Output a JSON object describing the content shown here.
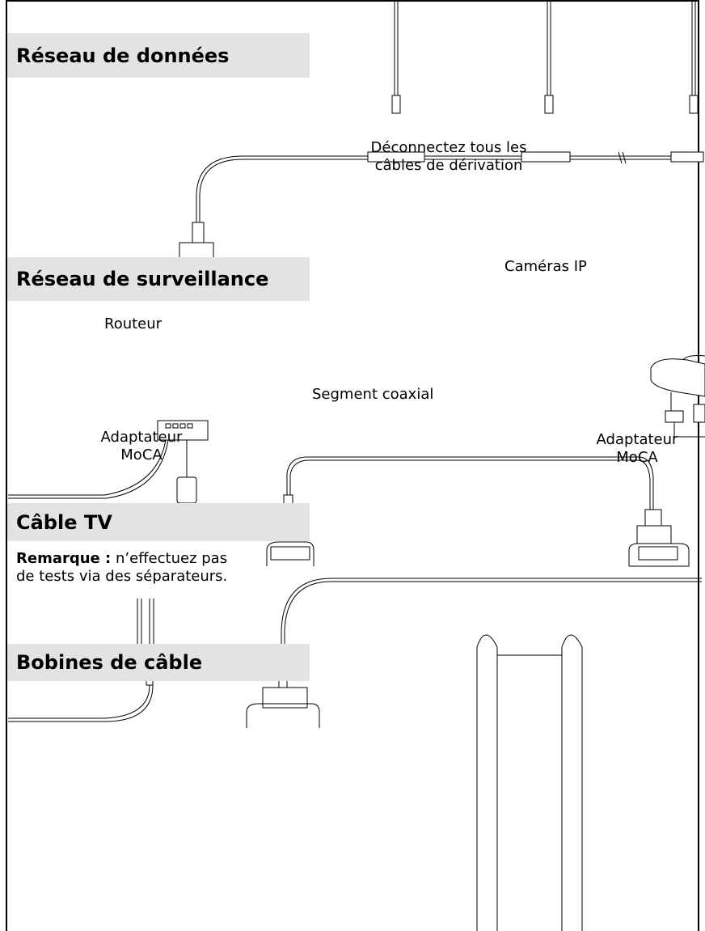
{
  "sections": {
    "data_network": "Réseau de données",
    "surveillance_network": "Réseau de surveillance",
    "tv_cable": "Câble TV",
    "cable_reels": "Bobines de câble"
  },
  "labels": {
    "disconnect_line1": "Déconnectez tous les",
    "disconnect_line2": "câbles de dérivation",
    "ip_cameras": "Caméras IP",
    "router": "Routeur",
    "coax_segment": "Segment coaxial",
    "moca_left_line1": "Adaptateur",
    "moca_left_line2": "MoCA",
    "moca_right_line1": "Adaptateur",
    "moca_right_line2": "MoCA"
  },
  "note": {
    "label": "Remarque :",
    "text_line1": " n’effectuez pas",
    "text_line2": "de tests via des séparateurs."
  }
}
